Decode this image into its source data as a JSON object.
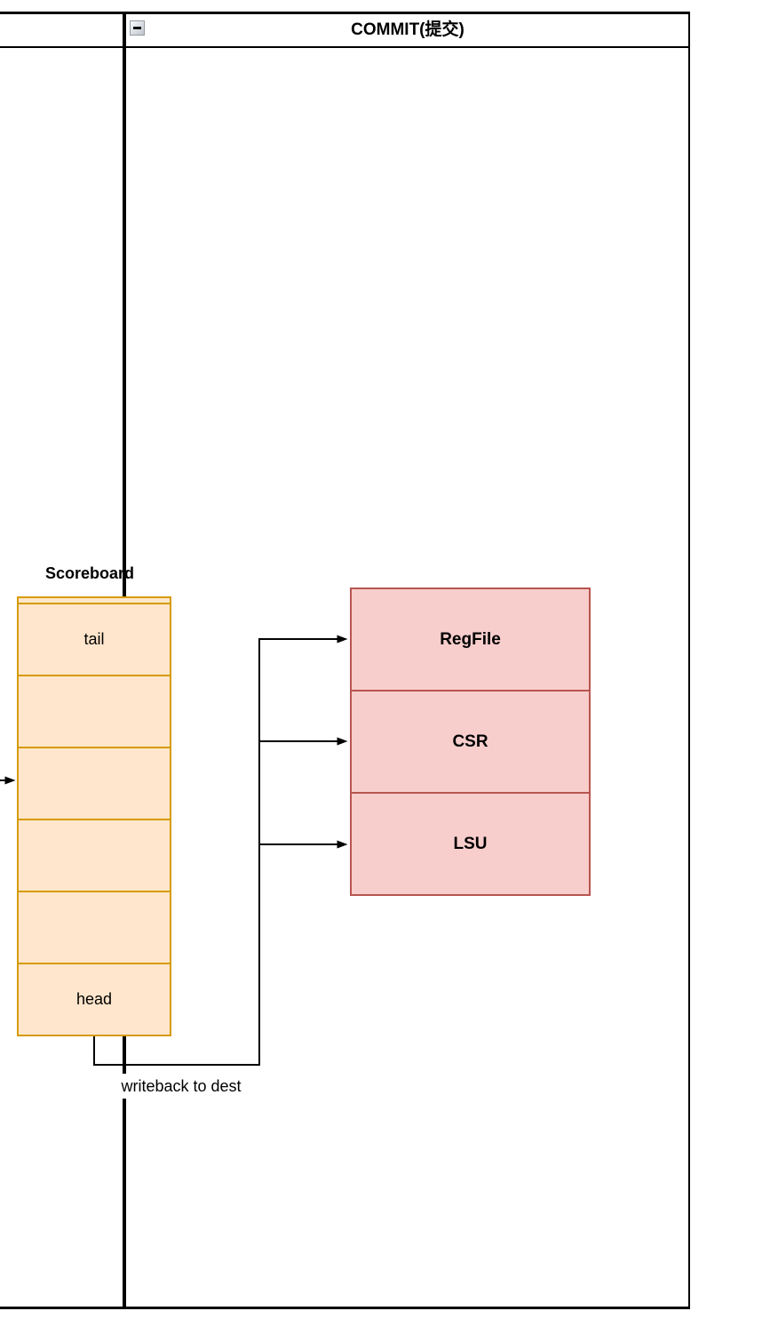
{
  "diagram": {
    "lane": {
      "title": "COMMIT(提交)"
    },
    "scoreboard": {
      "title": "Scoreboard",
      "cells": [
        "tail",
        "",
        "",
        "",
        "",
        "head"
      ]
    },
    "units": {
      "rows": [
        "RegFile",
        "CSR",
        "LSU"
      ]
    },
    "labels": {
      "writeback": "writeback to dest"
    },
    "colors": {
      "scoreboard_fill": "#ffe6cc",
      "scoreboard_stroke": "#d79b00",
      "units_fill": "#f8cecc",
      "units_stroke": "#b85450",
      "line": "#000000"
    }
  }
}
